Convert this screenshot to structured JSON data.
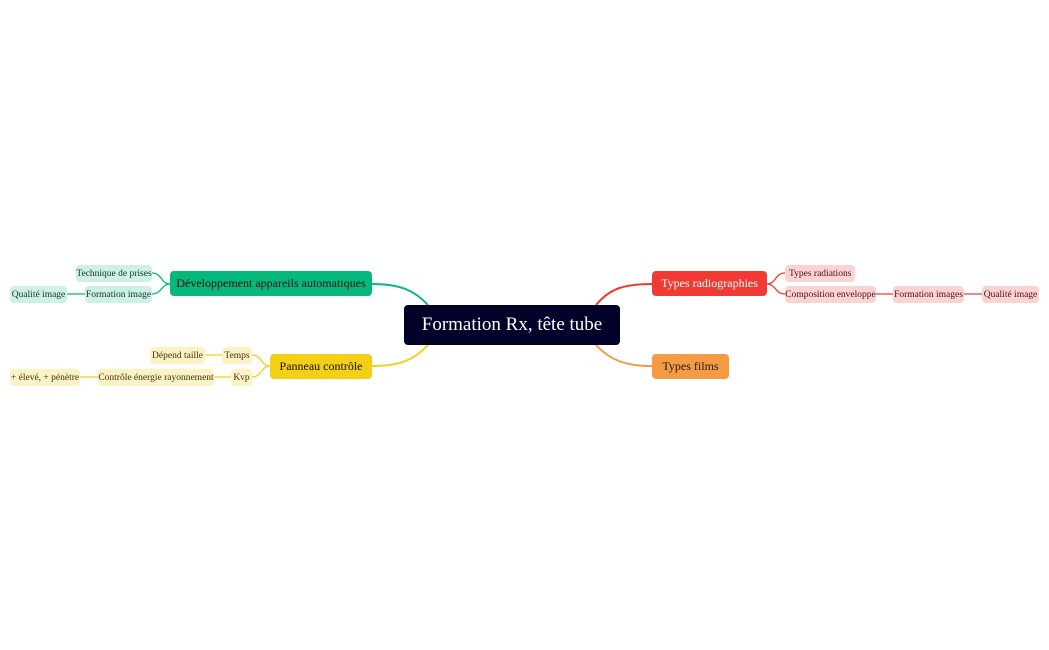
{
  "map": {
    "root": "Formation Rx, tête tube",
    "right": {
      "types_radiographies": {
        "label": "Types radiographies",
        "children": {
          "types_radiations": "Types radiations",
          "composition_enveloppe": "Composition enveloppe",
          "formation_images": "Formation images",
          "qualite_image": "Qualité image"
        }
      },
      "types_films": {
        "label": "Types films"
      }
    },
    "left": {
      "developpement": {
        "label": "Développement appareils automatiques",
        "children": {
          "technique_prises": "Technique de prises",
          "formation_image": "Formation image",
          "qualite_image": "Qualité image"
        }
      },
      "panneau": {
        "label": "Panneau contrôle",
        "children": {
          "temps": "Temps",
          "depend_taille": "Dépend taille",
          "kvp": "Kvp",
          "controle_energie": "Contrôle énergie rayonnement",
          "eleve_penetre": "+ élevé, + pénètre"
        }
      }
    }
  },
  "colors": {
    "root": "#02012a",
    "red": "#f03a33",
    "orange": "#f59b43",
    "green": "#05b97c",
    "yellow": "#f3cf16"
  }
}
